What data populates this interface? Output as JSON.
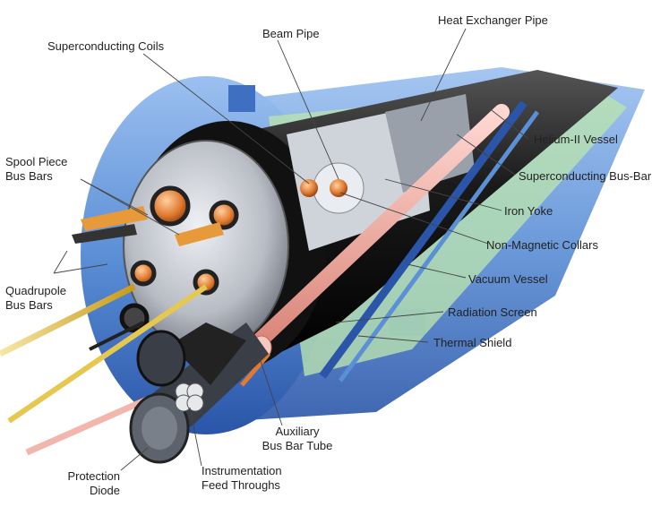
{
  "labels": {
    "superconducting_coils": "Superconducting Coils",
    "beam_pipe": "Beam Pipe",
    "heat_exchanger_pipe": "Heat Exchanger Pipe",
    "spool_piece_bus_bars_1": "Spool Piece",
    "spool_piece_bus_bars_2": "Bus Bars",
    "helium_vessel": "Helium-II Vessel",
    "superconducting_bus_bar": "Superconducting Bus-Bar",
    "iron_yoke": "Iron Yoke",
    "non_magnetic_collars": "Non-Magnetic Collars",
    "quadrupole_bus_bars_1": "Quadrupole",
    "quadrupole_bus_bars_2": "Bus Bars",
    "vacuum_vessel": "Vacuum Vessel",
    "radiation_screen": "Radiation Screen",
    "thermal_shield": "Thermal Shield",
    "auxiliary_bus_bar_tube_1": "Auxiliary",
    "auxiliary_bus_bar_tube_2": "Bus Bar Tube",
    "instrumentation_feed_throughs_1": "Instrumentation",
    "instrumentation_feed_throughs_2": "Feed Throughs",
    "protection_diode_1": "Protection",
    "protection_diode_2": "Diode"
  },
  "colors": {
    "outer_blue": "#5b8fd6",
    "dark_blue": "#2a55a8",
    "inner_black": "#1a1a1a",
    "steel_gray": "#b8bcc4",
    "copper": "#e07a30",
    "cable_gold": "#e0b830",
    "pink_tube": "#f2a8a0",
    "leader": "#444444"
  }
}
